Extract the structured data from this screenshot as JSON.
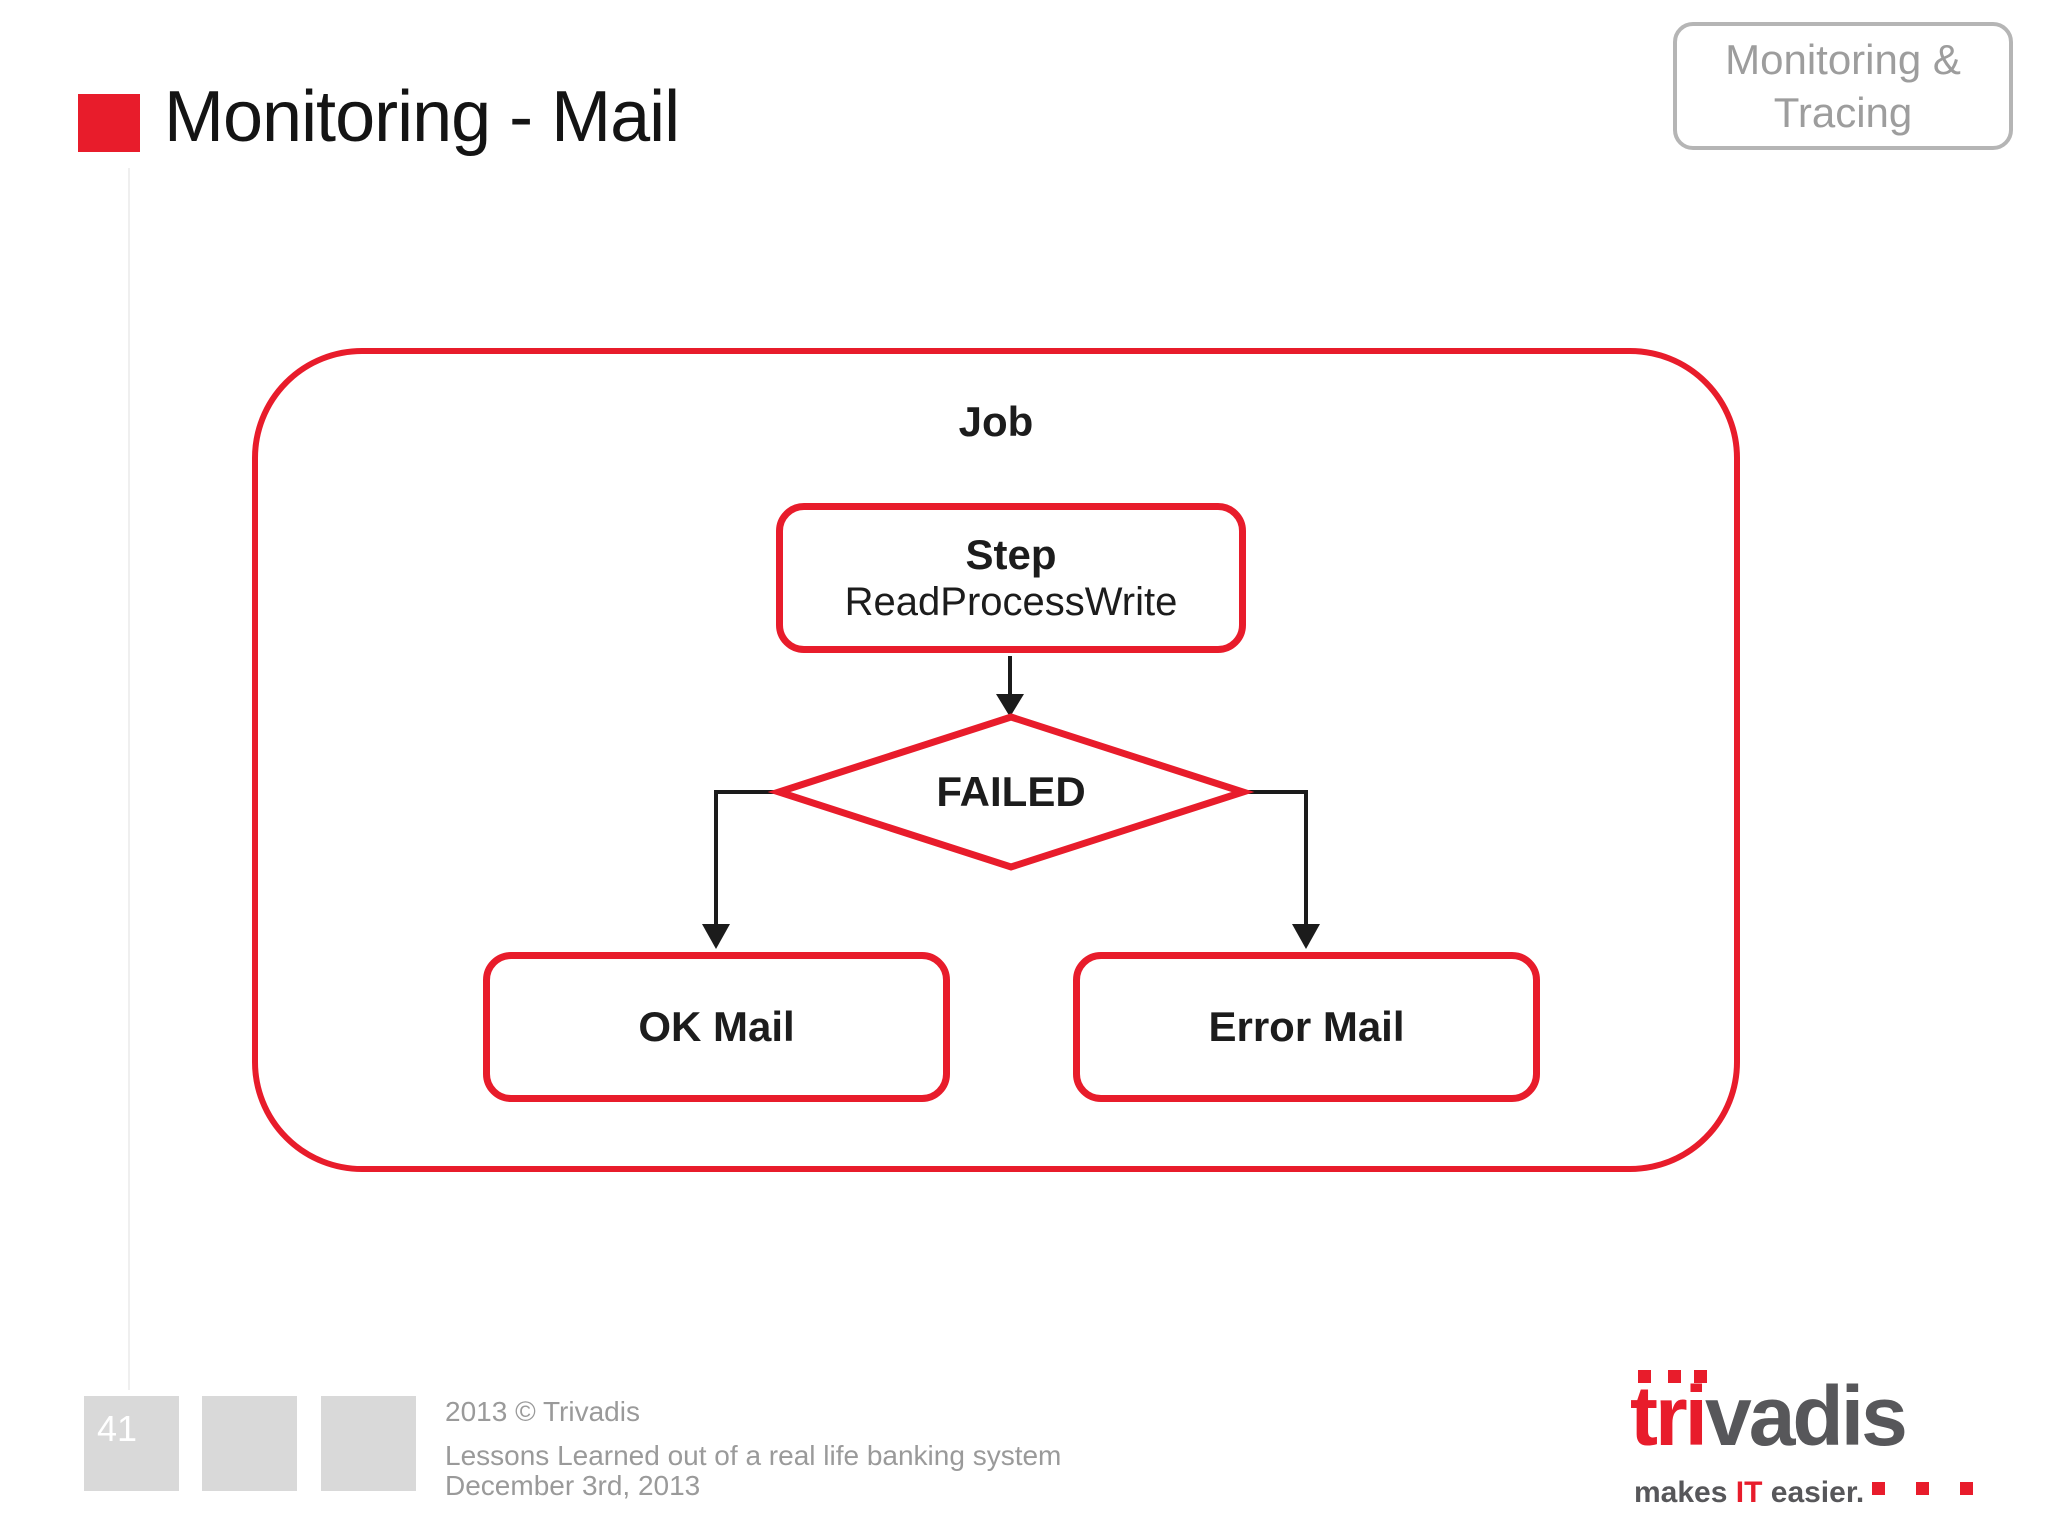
{
  "header": {
    "title": "Monitoring - Mail",
    "badge": {
      "line1": "Monitoring &",
      "line2": "Tracing"
    }
  },
  "diagram": {
    "job_label": "Job",
    "step": {
      "title": "Step",
      "subtitle": "ReadProcessWrite"
    },
    "decision_label": "FAILED",
    "ok_label": "OK Mail",
    "error_label": "Error Mail"
  },
  "footer": {
    "page_number": "41",
    "copyright": "2013 © Trivadis",
    "description": "Lessons Learned out of a real life banking system",
    "date": "December 3rd, 2013"
  },
  "logo": {
    "name_red": "tri",
    "name_gray": "vadis",
    "tagline_pre": "makes ",
    "tagline_accent": "IT",
    "tagline_post": " easier."
  },
  "colors": {
    "accent_red": "#e81c2b",
    "connector_black": "#1b1b1b",
    "badge_border": "#b5b5b5",
    "badge_text": "#9d9d9d",
    "footer_text": "#9a9a9a",
    "footer_square": "#d9d9d9",
    "logo_gray": "#57575a",
    "page_number_text": "#ffffff",
    "background": "#ffffff"
  }
}
